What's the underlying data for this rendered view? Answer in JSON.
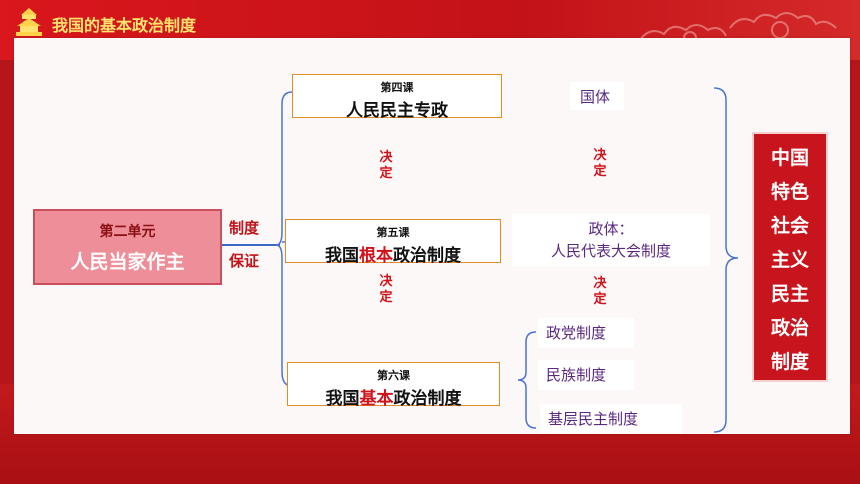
{
  "header": {
    "title": "我国的基本政治制度"
  },
  "unit": {
    "sub": "第二单元",
    "title": "人民当家作主"
  },
  "relations": {
    "system": "制度",
    "guarantee": "保证"
  },
  "lessons": [
    {
      "num": "第四课",
      "title_pre": "人民民主专政",
      "title_hl": "",
      "title_post": ""
    },
    {
      "num": "第五课",
      "title_pre": "我国",
      "title_hl": "根本",
      "title_post": "政治制度"
    },
    {
      "num": "第六课",
      "title_pre": "我国",
      "title_hl": "基本",
      "title_post": "政治制度"
    }
  ],
  "decide": {
    "c1": "决",
    "c2": "定"
  },
  "guoti": "国体",
  "zhengti": {
    "line1": "政体：",
    "line2": "人民代表大会制度"
  },
  "basic_systems": [
    "政党制度",
    "民族制度",
    "基层民主制度"
  ],
  "result": {
    "chars": [
      "中国",
      "特色",
      "社会",
      "主义",
      "民主",
      "政治",
      "制度"
    ]
  },
  "colors": {
    "accent_red": "#c8141c",
    "highlight_red": "#d0121a",
    "gold": "#ffe36e",
    "purple_text": "#5a2a80",
    "lesson_border": "#e38c25"
  }
}
